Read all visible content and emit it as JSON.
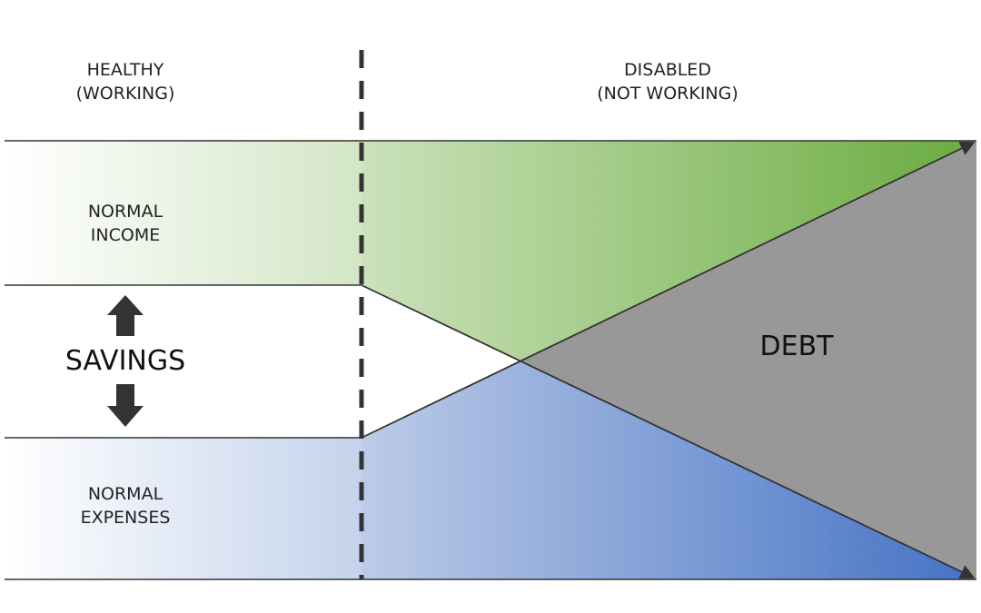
{
  "columns": {
    "healthy": [
      "HEALTHY",
      "(WORKING)"
    ],
    "disabled": [
      "DISABLED",
      "(NOT WORKING)"
    ]
  },
  "rows": {
    "income": [
      "NORMAL",
      "INCOME"
    ],
    "savings": "SAVINGS",
    "expenses": [
      "NORMAL",
      "EXPENSES"
    ]
  },
  "debt_label": "DEBT",
  "colors": {
    "income_green": "#6aab3f",
    "expenses_blue": "#4472c4",
    "debt_gray": "#989898",
    "line": "#333333"
  },
  "icons": [
    "arrow-up-icon",
    "arrow-down-icon"
  ]
}
